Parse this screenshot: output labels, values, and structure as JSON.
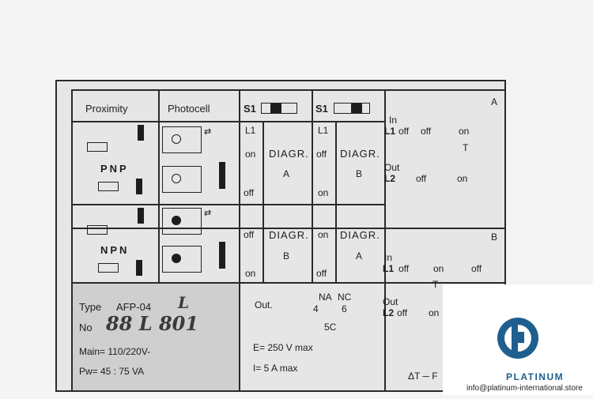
{
  "header": {
    "proximity": "Proximity",
    "photocell": "Photocell",
    "s1_a": "S1",
    "s1_b": "S1",
    "panel_a": "A"
  },
  "pnp_label": "PNP",
  "npn_label": "NPN",
  "row1": {
    "l1_a": "L1",
    "on_a": "on",
    "off_a": "off",
    "diagr_a": "DIAGR.",
    "diagr_a_sub": "A",
    "l1_b": "L1",
    "off_b": "off",
    "on_b": "on",
    "diagr_b": "DIAGR.",
    "diagr_b_sub": "B"
  },
  "row2": {
    "off_a": "off",
    "on_a": "on",
    "diagr_a": "DIAGR.",
    "diagr_a_sub": "B",
    "on_b": "on",
    "off_b": "off",
    "diagr_b": "DIAGR.",
    "diagr_b_sub": "A"
  },
  "diagram_a": {
    "in": "In",
    "l1": "L1",
    "off1": "off",
    "off2": "off",
    "on": "on",
    "t": "T",
    "out": "Out",
    "l2": "L2",
    "off3": "off",
    "on2": "on"
  },
  "diagram_b": {
    "label": "B",
    "in": "In",
    "l1": "L1",
    "off1": "off",
    "on1": "on",
    "off2": "off",
    "t": "T",
    "out": "Out",
    "l2": "L2",
    "off3": "off",
    "on2": "on",
    "delta_t": "ΔT ─ F"
  },
  "type_block": {
    "type_label": "Type",
    "type_value": "AFP-04",
    "type_hand": "L",
    "no_label": "No",
    "no_hand": "88 L 801",
    "main_label": "Main= 110/220V-",
    "pw_label": "Pw= 45 : 75 VA"
  },
  "out_block": {
    "out_label": "Out.",
    "na": "NA",
    "nc": "NC",
    "pin4": "4",
    "pin6": "6",
    "pin5": "5C",
    "e_label": "E= 250 V  max",
    "i_label": "I=  5 A max"
  },
  "watermark": {
    "brand": "PLATINUM",
    "email": "info@platinum-international.store"
  }
}
